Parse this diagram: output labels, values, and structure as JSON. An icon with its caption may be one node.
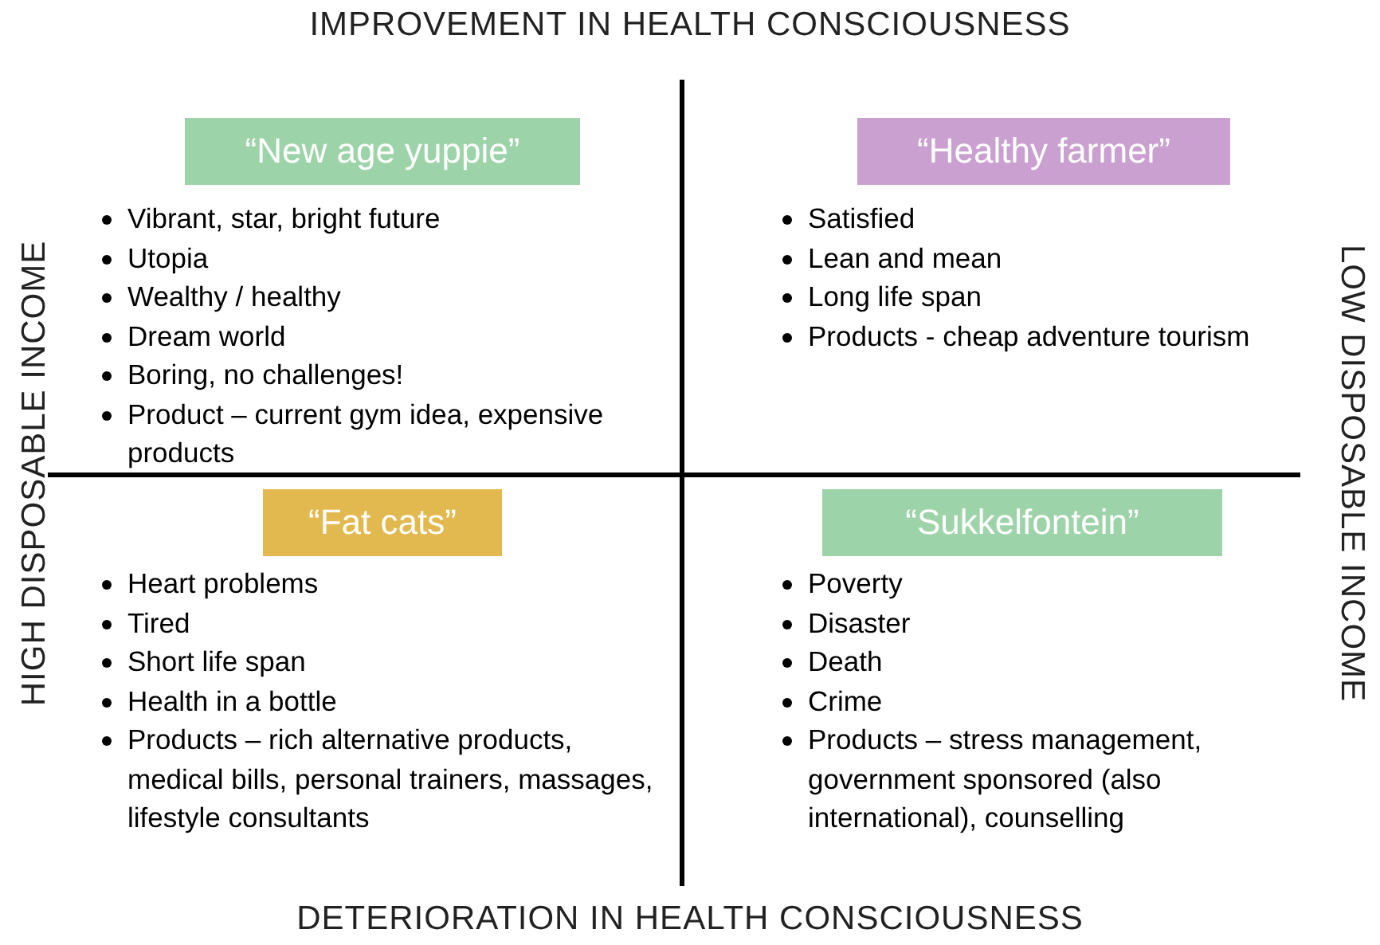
{
  "diagram": {
    "nodes": [
      {
        "text": [
          "“New age yuppie”"
        ]
      },
      {
        "text": [
          "“Healthy farmer”"
        ]
      },
      {
        "text": [
          "“Fat cats”"
        ]
      },
      {
        "text": [
          "“Sukkelfontein”"
        ]
      }
    ],
    "edges": [],
    "labels": [
      "IMPROVEMENT IN HEALTH CONSCIOUSNESS",
      "HIGH DISPOSABLE INCOME",
      "Vibrant, star, bright future",
      "Utopia",
      "Wealthy / healthy",
      "Dream world",
      "Boring, no challenges!",
      "Product – current gym idea, expensive products",
      "Satisfied",
      "Lean and mean",
      "Long life span",
      "Products - cheap adventure tourism",
      "LOW DISPOSABLE INCOME",
      "Heart problems",
      "Tired",
      "Short life span",
      "Health in a bottle",
      "Products – rich alternative products, medical bills, personal trainers, massages, lifestyle consultants",
      "Poverty",
      "Disaster",
      "Death",
      "Crime",
      "Products – stress management, government sponsored (also international), counselling",
      "DETERIORATION IN HEALTH CONSCIOUSNESS"
    ]
  }
}
